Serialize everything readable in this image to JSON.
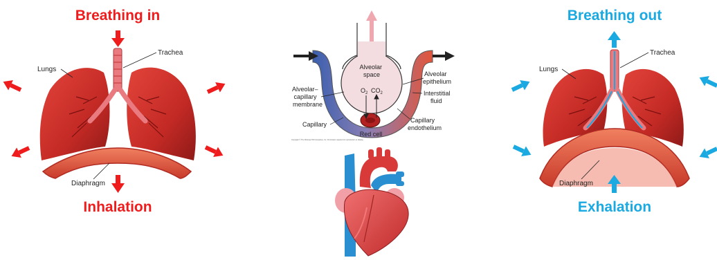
{
  "inhale": {
    "heading": "Breathing in",
    "footer": "Inhalation",
    "label_lungs": "Lungs",
    "label_trachea": "Trachea",
    "label_diaphragm": "Diaphragm",
    "color": "#ee1c1c"
  },
  "exchange": {
    "label_space": [
      "Alveolar",
      "space"
    ],
    "label_epithelium": [
      "Alveolar",
      "epithelium"
    ],
    "label_membrane": [
      "Alveolar–",
      "capillary",
      "membrane"
    ],
    "label_interstitial": [
      "Interstitial",
      "fluid"
    ],
    "label_capillary": "Capillary",
    "label_endothelium": [
      "Capillary",
      "endothelium"
    ],
    "label_redcell": "Red cell",
    "label_o2": "O",
    "label_co2": "CO",
    "sub_2": "2",
    "copyright": "Copyright © The McGraw-Hill Companies, Inc. Permission required for reproduction or display."
  },
  "exhale": {
    "heading": "Breathing out",
    "footer": "Exhalation",
    "label_lungs": "Lungs",
    "label_trachea": "Trachea",
    "label_diaphragm": "Diaphragm",
    "color": "#1aa9e0"
  }
}
